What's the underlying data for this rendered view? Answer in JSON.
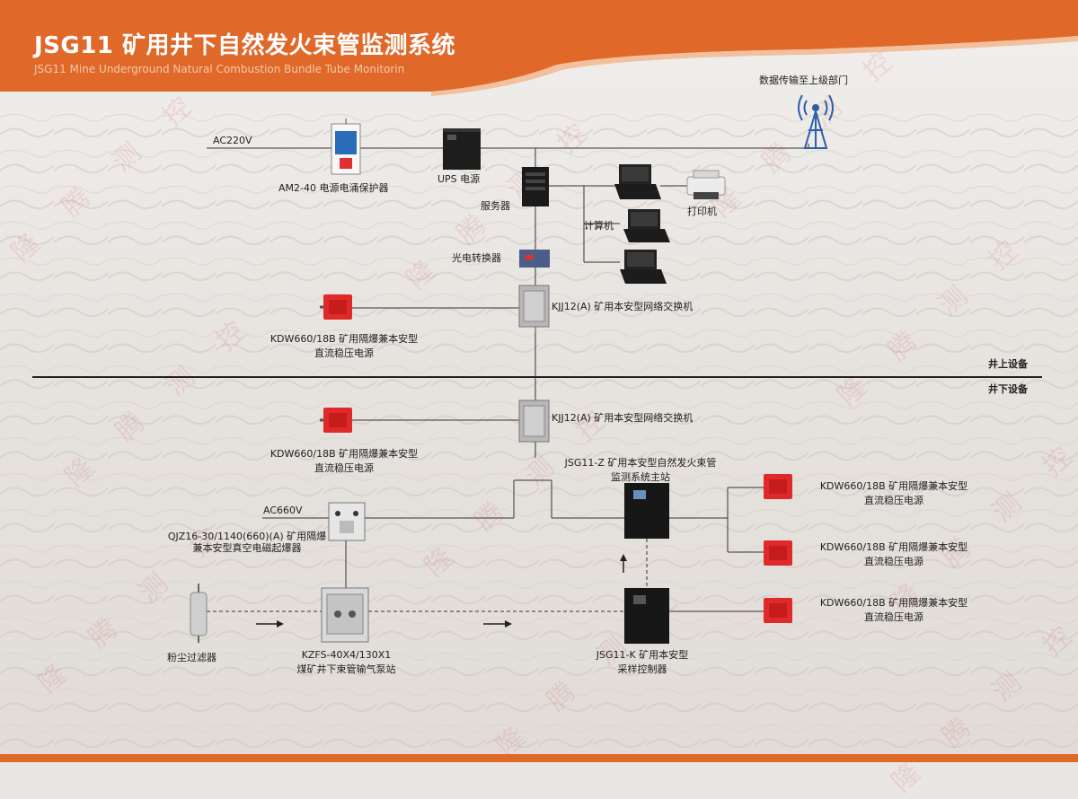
{
  "header": {
    "title": "JSG11 矿用井下自然发火束管监测系统",
    "subtitle": "JSG11 Mine Underground Natural Combustion Bundle Tube Monitorin",
    "color": "#e0692a"
  },
  "watermark": "隆 腾 测 控",
  "surface": {
    "ac220": "AC220V",
    "surge": "AM2-40 电源电涌保护器",
    "ups": "UPS 电源",
    "server": "服务器",
    "computer": "计算机",
    "printer": "打印机",
    "antenna": "数据传输至上级部门",
    "converter": "光电转换器",
    "switch": "KJJ12(A) 矿用本安型网络交换机",
    "psu_line1": "KDW660/18B 矿用隔爆兼本安型",
    "psu_line2": "直流稳压电源"
  },
  "divider": {
    "above": "井上设备",
    "below": "井下设备"
  },
  "underground": {
    "switch": "KJJ12(A) 矿用本安型网络交换机",
    "psu_line1": "KDW660/18B 矿用隔爆兼本安型",
    "psu_line2": "直流稳压电源",
    "station_line1": "JSG11-Z 矿用本安型自然发火束管",
    "station_line2": "监测系统主站",
    "ac660": "AC660V",
    "starter_line1": "QJZ16-30/1140(660)(A) 矿用隔爆",
    "starter_line2": "兼本安型真空电磁起爆器",
    "filter": "粉尘过滤器",
    "pump_line1": "KZFS-40X4/130X1",
    "pump_line2": "煤矿井下束管输气泵站",
    "controller_line1": "JSG11-K 矿用本安型",
    "controller_line2": "采样控制器",
    "right_psu": [
      {
        "line1": "KDW660/18B 矿用隔爆兼本安型",
        "line2": "直流稳压电源"
      },
      {
        "line1": "KDW660/18B 矿用隔爆兼本安型",
        "line2": "直流稳压电源"
      },
      {
        "line1": "KDW660/18B 矿用隔爆兼本安型",
        "line2": "直流稳压电源"
      }
    ]
  },
  "colors": {
    "accent": "#e0692a",
    "psu_red": "#e02a2a",
    "line": "#333333"
  }
}
